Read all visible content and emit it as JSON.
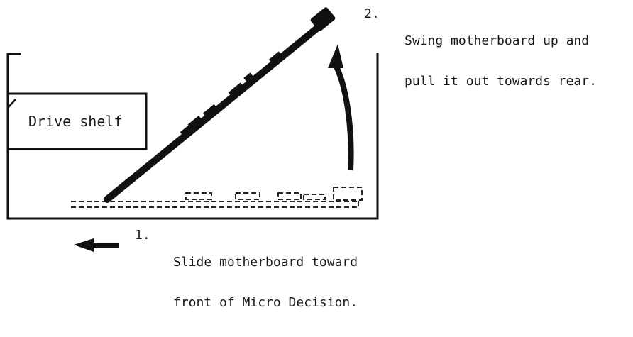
{
  "diagram": {
    "shelf_label": "Drive shelf",
    "step1": {
      "number": "1.",
      "lines": [
        "Slide motherboard toward",
        "front of Micro Decision."
      ]
    },
    "step2": {
      "number": "2.",
      "lines": [
        "Swing motherboard up and",
        "pull it out towards rear."
      ]
    }
  }
}
